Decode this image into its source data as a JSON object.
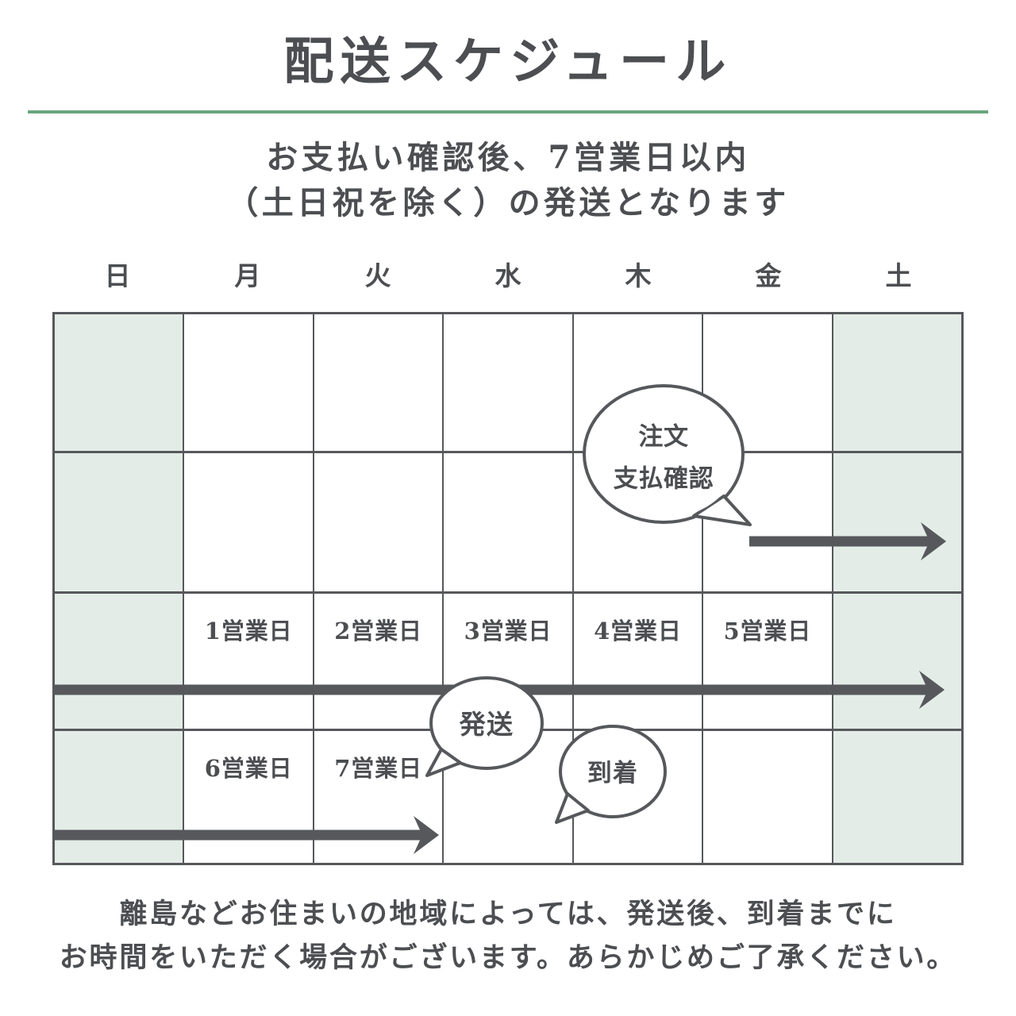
{
  "header": {
    "title": "配送スケジュール",
    "subtitle_line1": "お支払い確認後、7営業日以内",
    "subtitle_line2": "（土日祝を除く）の発送となります"
  },
  "days": [
    "日",
    "月",
    "火",
    "水",
    "木",
    "金",
    "土"
  ],
  "schedule": {
    "week1_labels": [
      "1営業日",
      "2営業日",
      "3営業日",
      "4営業日",
      "5営業日"
    ],
    "week2_labels": [
      "6営業日",
      "7営業日"
    ]
  },
  "bubbles": {
    "order_line1": "注文",
    "order_line2": "支払確認",
    "ship": "発送",
    "arrive": "到着"
  },
  "footer": {
    "line1": "離島などお住まいの地域によっては、発送後、到着までに",
    "line2": "お時間をいただく場合がございます。あらかじめご了承ください。"
  },
  "colors": {
    "accent_green_rule": "#6BA57E",
    "weekend_cell_bg": "#E3ECE7",
    "grid_line": "#56585B",
    "arrow": "#56585B",
    "text": "#4C4E51",
    "bubble_bg": "#FFFFFF"
  }
}
